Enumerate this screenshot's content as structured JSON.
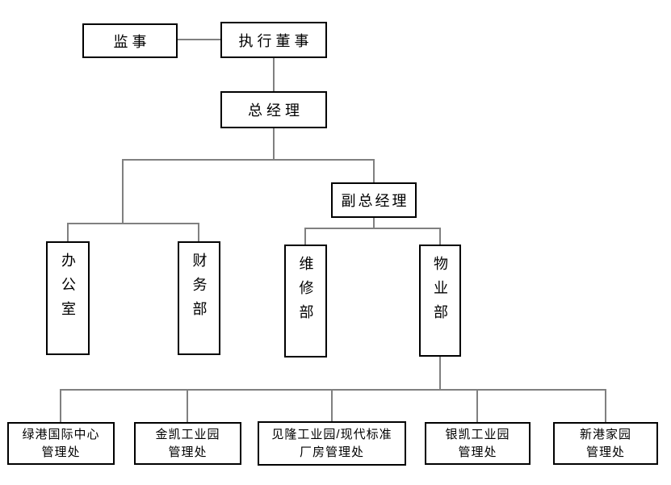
{
  "org_chart": {
    "nodes": {
      "supervisor": {
        "label": "监事"
      },
      "executive_director": {
        "label": "执行董事"
      },
      "general_manager": {
        "label": "总经理"
      },
      "deputy_general_manager": {
        "label": "副总经理"
      },
      "office": {
        "label": "办公室"
      },
      "finance_dept": {
        "label": "财务部"
      },
      "maintenance_dept": {
        "label": "维修部"
      },
      "property_dept": {
        "label": "物业部"
      }
    },
    "management_offices": [
      {
        "lines": [
          "绿港国际中心",
          "管理处"
        ]
      },
      {
        "lines": [
          "金凯工业园",
          "管理处"
        ]
      },
      {
        "lines": [
          "见隆工业园/现代标准",
          "厂房管理处"
        ]
      },
      {
        "lines": [
          "银凯工业园",
          "管理处"
        ]
      },
      {
        "lines": [
          "新港家园",
          "管理处"
        ]
      }
    ],
    "colors": {
      "background": "#ffffff",
      "box_border": "#000000",
      "connector": "#808080",
      "text": "#000000"
    }
  }
}
